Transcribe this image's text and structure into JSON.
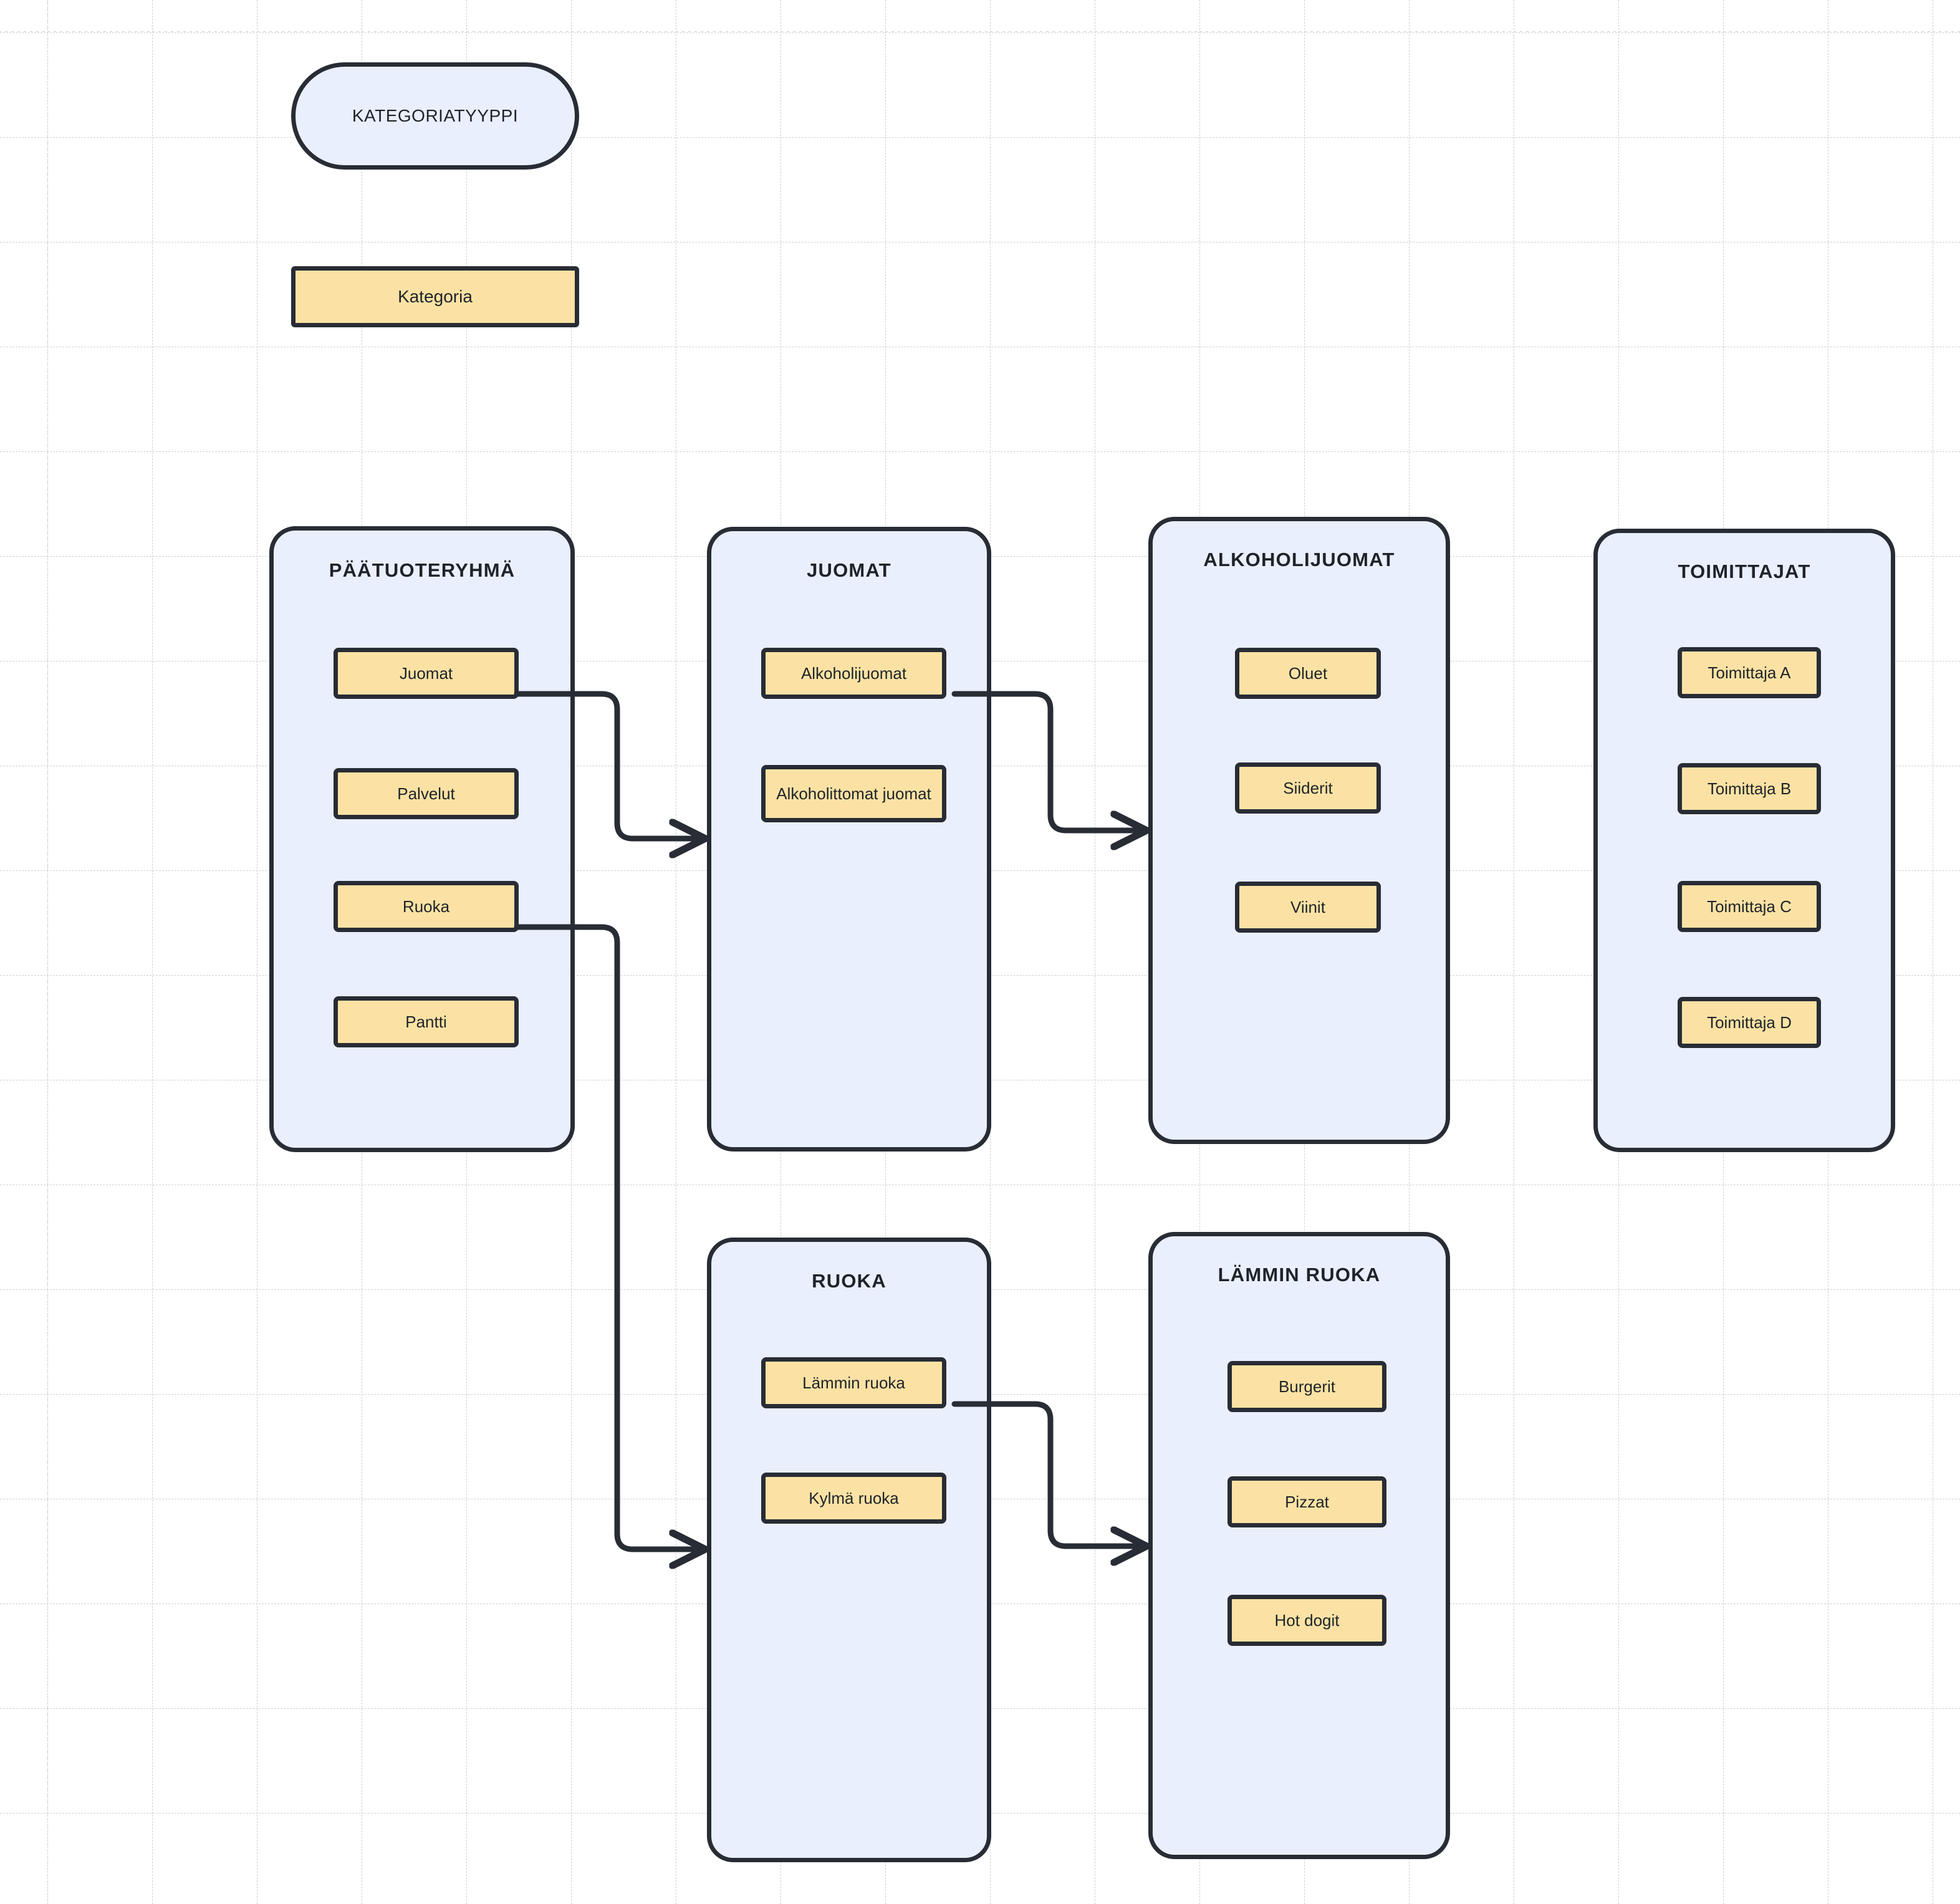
{
  "legend": {
    "type_shape_label": "KATEGORIATYYPPI",
    "category_shape_label": "Kategoria"
  },
  "colors": {
    "group_fill": "#E9EFFD",
    "node_fill": "#FBE2A4",
    "stroke": "#282C34",
    "grid_line": "#CDD0D8",
    "canvas": "#FFFFFF"
  },
  "groups": [
    {
      "id": "paatuoteryhma",
      "title": "PÄÄTUOTERYHMÄ",
      "nodes": [
        {
          "label": "Juomat"
        },
        {
          "label": "Palvelut"
        },
        {
          "label": "Ruoka"
        },
        {
          "label": "Pantti"
        }
      ]
    },
    {
      "id": "juomat",
      "title": "JUOMAT",
      "nodes": [
        {
          "label": "Alkoholijuomat"
        },
        {
          "label": "Alkoholittomat juomat"
        }
      ]
    },
    {
      "id": "alkoholijuomat",
      "title": "ALKOHOLIJUOMAT",
      "nodes": [
        {
          "label": "Oluet"
        },
        {
          "label": "Siiderit"
        },
        {
          "label": "Viinit"
        }
      ]
    },
    {
      "id": "toimittajat",
      "title": "TOIMITTAJAT",
      "nodes": [
        {
          "label": "Toimittaja A"
        },
        {
          "label": "Toimittaja B"
        },
        {
          "label": "Toimittaja C"
        },
        {
          "label": "Toimittaja D"
        }
      ]
    },
    {
      "id": "ruoka",
      "title": "RUOKA",
      "nodes": [
        {
          "label": "Lämmin ruoka"
        },
        {
          "label": "Kylmä ruoka"
        }
      ]
    },
    {
      "id": "lammin_ruoka",
      "title": "LÄMMIN RUOKA",
      "nodes": [
        {
          "label": "Burgerit"
        },
        {
          "label": "Pizzat"
        },
        {
          "label": "Hot dogit"
        }
      ]
    }
  ],
  "edges": [
    {
      "from": "Juomat",
      "to": "JUOMAT"
    },
    {
      "from": "Ruoka",
      "to": "RUOKA"
    },
    {
      "from": "Alkoholijuomat",
      "to": "ALKOHOLIJUOMAT"
    },
    {
      "from": "Lämmin ruoka",
      "to": "LÄMMIN RUOKA"
    }
  ]
}
